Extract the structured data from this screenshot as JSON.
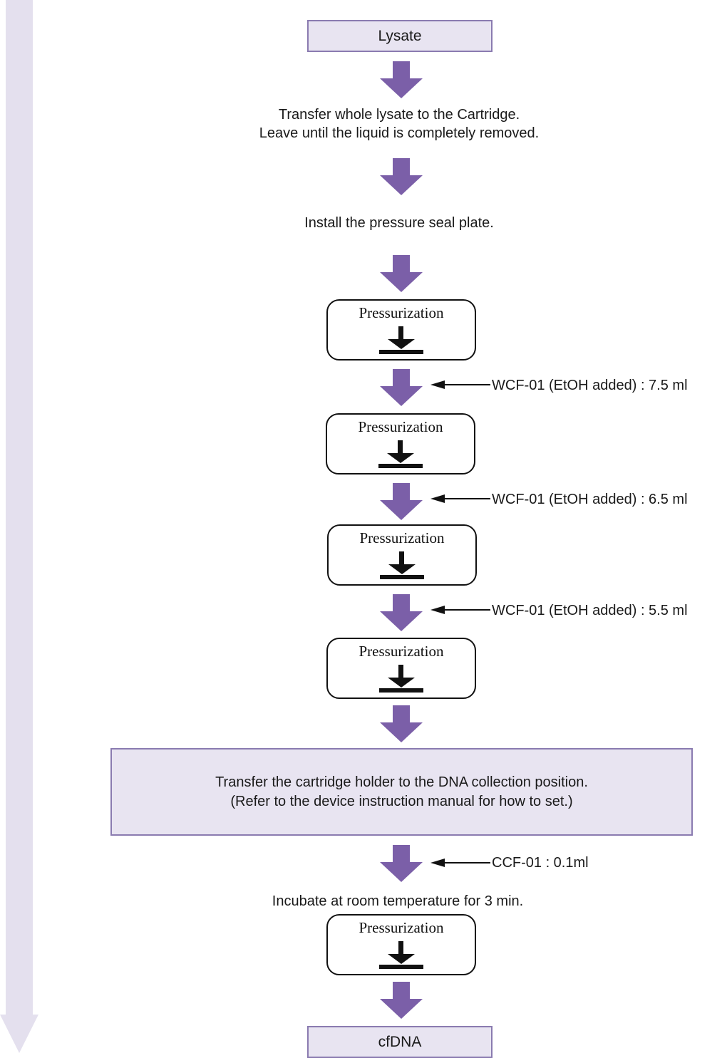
{
  "colors": {
    "flow_arrow": "#7b5fa8",
    "side_arrow": "#e4e0ee",
    "box_fill": "#e8e4f1",
    "box_border": "#8a7bb0"
  },
  "start_box": "Lysate",
  "step_transfer": {
    "line1": "Transfer whole lysate to the Cartridge.",
    "line2": "Leave until the liquid is completely removed."
  },
  "step_install": "Install the pressure seal plate.",
  "pressurization_label": "Pressurization",
  "additions": {
    "wash1": "WCF-01 (EtOH added) : 7.5 ml",
    "wash2": "WCF-01 (EtOH added) : 6.5 ml",
    "wash3": "WCF-01 (EtOH added) : 5.5 ml",
    "elution": "CCF-01 : 0.1ml"
  },
  "step_collection": {
    "line1": "Transfer the cartridge holder to the DNA collection position.",
    "line2": "(Refer to the device instruction manual for how to set.)"
  },
  "step_incubate": "Incubate at room temperature for 3 min.",
  "end_box": "cfDNA"
}
